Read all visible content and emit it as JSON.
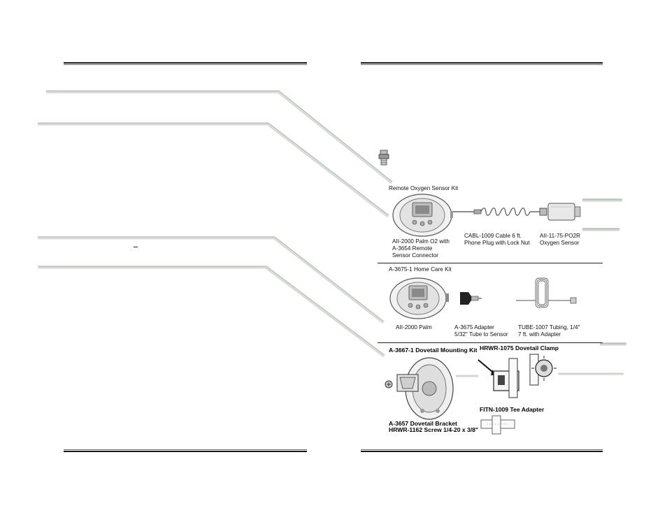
{
  "colors": {
    "rule": "#1a1a1a",
    "swoosh": "#d6dcd6",
    "ink": "#111111"
  },
  "kits": {
    "remote": {
      "title": "Remote Oxygen Sensor Kit",
      "parts": [
        {
          "line1": "AII-2000 Palm O2 with",
          "line2": "A-3654 Remote",
          "line3": "Sensor Connector"
        },
        {
          "line1": "CABL-1009 Cable 6 ft.",
          "line2": "Phone Plug with Lock Nut"
        },
        {
          "line1": "AII-11-75-PO2R",
          "line2": "Oxygen Sensor"
        }
      ]
    },
    "homecare": {
      "title": "A-3675-1 Home Care Kit",
      "parts": [
        {
          "line1": "AII-2000 Palm"
        },
        {
          "line1": "A-3675 Adapter",
          "line2": "5/32\" Tube to Sensor"
        },
        {
          "line1": "TUBE-1007 Tubing, 1/4\"",
          "line2": "7 ft. with Adapter"
        }
      ]
    },
    "dovetail": {
      "title": "A-3667-1  Dovetail Mounting Kit",
      "clamp": "HRWR-1075 Dovetail Clamp",
      "tee": "FITN-1009 Tee Adapter",
      "bracket_line1": "A-3657 Dovetail Bracket",
      "bracket_line2": "HRWR-1162 Screw 1/4-20 x 3/8\""
    }
  },
  "icons": [
    "fitting-icon",
    "oxygen-monitor-icon",
    "coiled-cable-icon",
    "oxygen-sensor-icon",
    "tube-adapter-icon",
    "tubing-coil-icon",
    "dovetail-bracket-icon",
    "screw-icon",
    "dovetail-clamp-icon",
    "tee-adapter-icon",
    "arrow-icon"
  ]
}
